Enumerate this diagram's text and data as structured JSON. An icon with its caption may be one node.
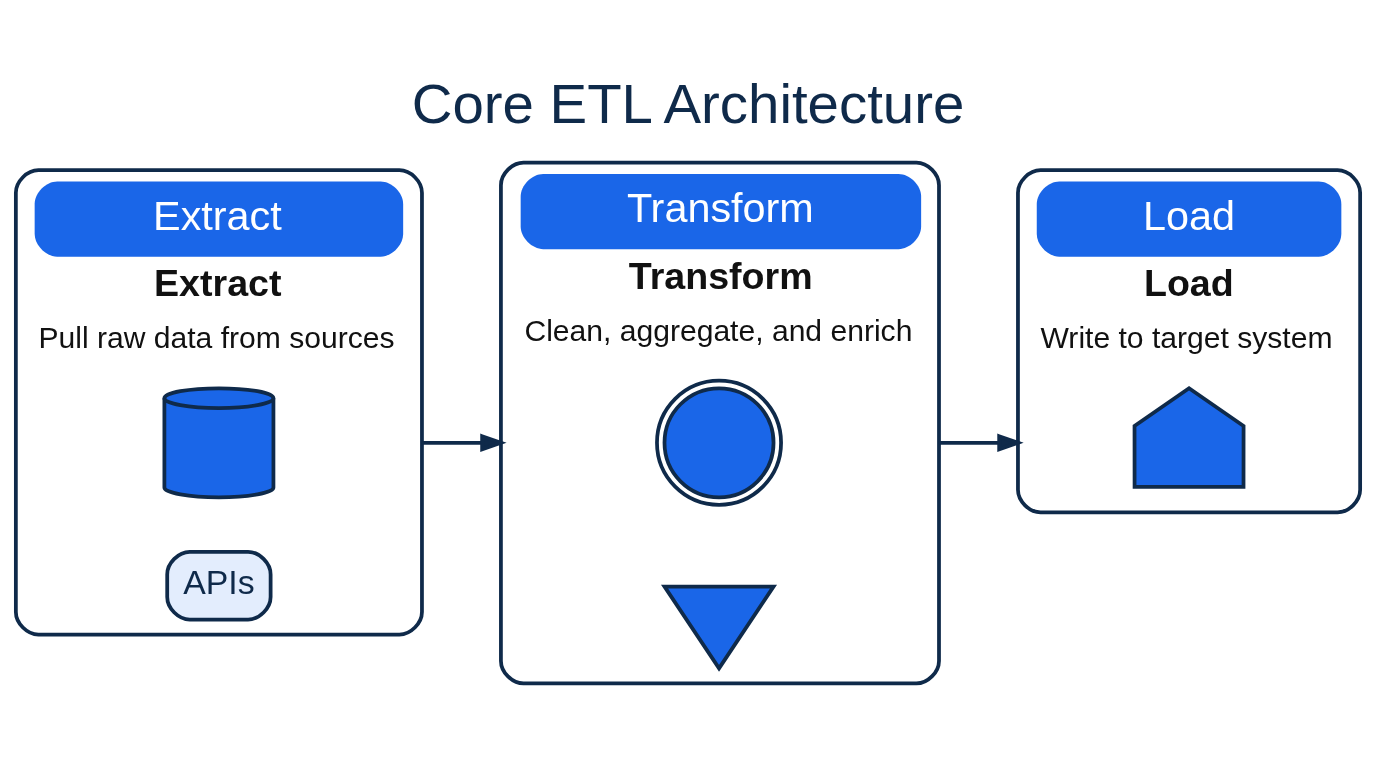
{
  "diagram": {
    "title": "Core ETL Architecture",
    "nodes": [
      {
        "text": [
          "Extract",
          "Extract",
          "Pull raw data from sources"
        ]
      },
      {
        "text": [],
        "shape": "cylinder",
        "in": 0
      },
      {
        "text": [
          "APIs"
        ],
        "in": 0
      },
      {
        "text": [
          "Transform",
          "Transform",
          "Clean, aggregate, and enrich"
        ]
      },
      {
        "text": [],
        "shape": "gear",
        "in": 3
      },
      {
        "text": [],
        "shape": "funnel",
        "in": 3
      },
      {
        "text": [
          "Load",
          "Load",
          "Write to target system"
        ]
      },
      {
        "text": [],
        "shape": "warehouse",
        "in": 6
      }
    ],
    "edges": [
      {
        "from": 0,
        "to": 3,
        "arrow": "to"
      },
      {
        "from": 3,
        "to": 6,
        "arrow": "to"
      }
    ]
  }
}
